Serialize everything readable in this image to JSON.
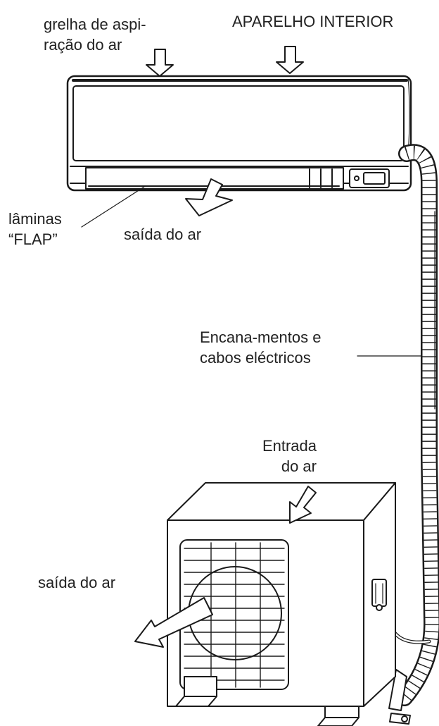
{
  "labels": {
    "air_intake_grille": [
      "grelha de aspi-",
      "ração do ar"
    ],
    "indoor_unit": "APARELHO INTERIOR",
    "flap_blades": [
      "lâminas",
      "“FLAP”"
    ],
    "indoor_air_outlet": "saída do ar",
    "pipes_and_cables": [
      "Encana-mentos e",
      "cabos eléctricos"
    ],
    "outdoor_air_inlet": [
      "Entrada",
      "do ar"
    ],
    "outdoor_air_outlet": "saída do ar"
  },
  "colors": {
    "line": "#1a1a1a",
    "fill": "#ffffff",
    "panel": "#fafafa"
  },
  "icons": [
    "down-arrow-icon",
    "outlet-arrow-icon"
  ]
}
